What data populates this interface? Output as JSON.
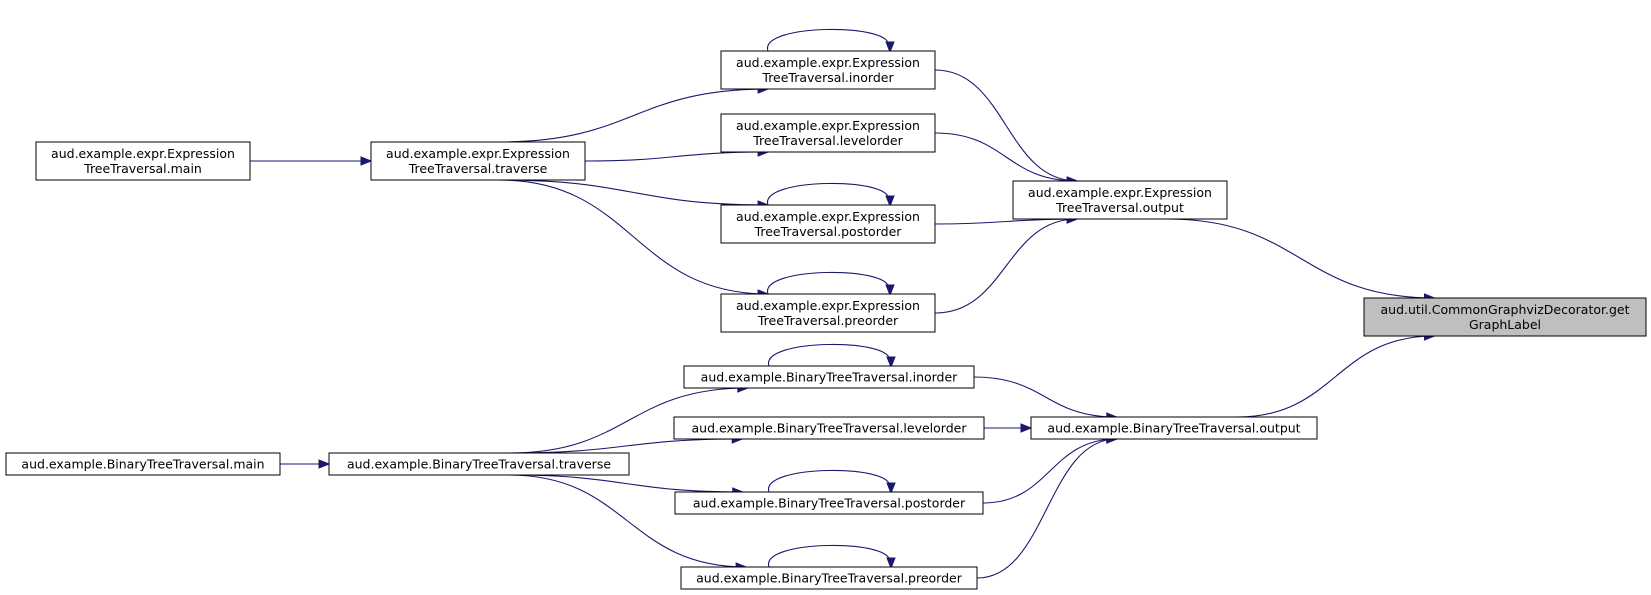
{
  "nodes": {
    "getGraphLabel": {
      "lines": [
        "aud.util.CommonGraphvizDecorator.get",
        "GraphLabel"
      ]
    },
    "expr_output": {
      "lines": [
        "aud.example.expr.Expression",
        "TreeTraversal.output"
      ]
    },
    "expr_inorder": {
      "lines": [
        "aud.example.expr.Expression",
        "TreeTraversal.inorder"
      ]
    },
    "expr_levelorder": {
      "lines": [
        "aud.example.expr.Expression",
        "TreeTraversal.levelorder"
      ]
    },
    "expr_postorder": {
      "lines": [
        "aud.example.expr.Expression",
        "TreeTraversal.postorder"
      ]
    },
    "expr_preorder": {
      "lines": [
        "aud.example.expr.Expression",
        "TreeTraversal.preorder"
      ]
    },
    "expr_traverse": {
      "lines": [
        "aud.example.expr.Expression",
        "TreeTraversal.traverse"
      ]
    },
    "expr_main": {
      "lines": [
        "aud.example.expr.Expression",
        "TreeTraversal.main"
      ]
    },
    "bt_output": {
      "lines": [
        "aud.example.BinaryTreeTraversal.output"
      ]
    },
    "bt_inorder": {
      "lines": [
        "aud.example.BinaryTreeTraversal.inorder"
      ]
    },
    "bt_levelorder": {
      "lines": [
        "aud.example.BinaryTreeTraversal.levelorder"
      ]
    },
    "bt_postorder": {
      "lines": [
        "aud.example.BinaryTreeTraversal.postorder"
      ]
    },
    "bt_preorder": {
      "lines": [
        "aud.example.BinaryTreeTraversal.preorder"
      ]
    },
    "bt_traverse": {
      "lines": [
        "aud.example.BinaryTreeTraversal.traverse"
      ]
    },
    "bt_main": {
      "lines": [
        "aud.example.BinaryTreeTraversal.main"
      ]
    }
  },
  "edges": [
    {
      "from": "expr_output",
      "to": "getGraphLabel"
    },
    {
      "from": "bt_output",
      "to": "getGraphLabel"
    },
    {
      "from": "expr_inorder",
      "to": "expr_output"
    },
    {
      "from": "expr_levelorder",
      "to": "expr_output"
    },
    {
      "from": "expr_postorder",
      "to": "expr_output"
    },
    {
      "from": "expr_preorder",
      "to": "expr_output"
    },
    {
      "from": "expr_traverse",
      "to": "expr_inorder"
    },
    {
      "from": "expr_traverse",
      "to": "expr_levelorder"
    },
    {
      "from": "expr_traverse",
      "to": "expr_postorder"
    },
    {
      "from": "expr_traverse",
      "to": "expr_preorder"
    },
    {
      "from": "expr_main",
      "to": "expr_traverse"
    },
    {
      "from": "expr_inorder",
      "to": "expr_inorder"
    },
    {
      "from": "expr_postorder",
      "to": "expr_postorder"
    },
    {
      "from": "expr_preorder",
      "to": "expr_preorder"
    },
    {
      "from": "bt_inorder",
      "to": "bt_output"
    },
    {
      "from": "bt_levelorder",
      "to": "bt_output"
    },
    {
      "from": "bt_postorder",
      "to": "bt_output"
    },
    {
      "from": "bt_preorder",
      "to": "bt_output"
    },
    {
      "from": "bt_traverse",
      "to": "bt_inorder"
    },
    {
      "from": "bt_traverse",
      "to": "bt_levelorder"
    },
    {
      "from": "bt_traverse",
      "to": "bt_postorder"
    },
    {
      "from": "bt_traverse",
      "to": "bt_preorder"
    },
    {
      "from": "bt_main",
      "to": "bt_traverse"
    },
    {
      "from": "bt_inorder",
      "to": "bt_inorder"
    },
    {
      "from": "bt_postorder",
      "to": "bt_postorder"
    },
    {
      "from": "bt_preorder",
      "to": "bt_preorder"
    }
  ],
  "colors": {
    "edge": "#191970",
    "target_fill": "#bfbfbf"
  }
}
